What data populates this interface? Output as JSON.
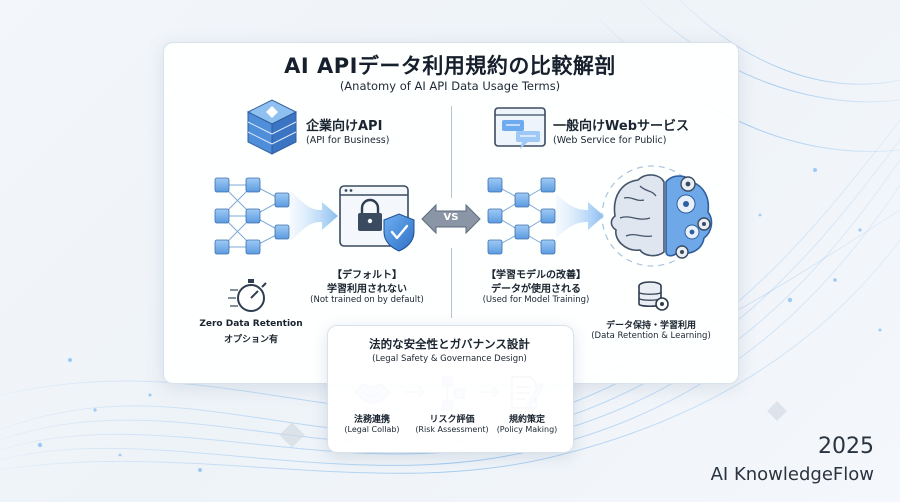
{
  "title": "AI APIデータ利用規約の比較解剖",
  "subtitle": "(Anatomy of AI API Data Usage Terms)",
  "business": {
    "heading": "企業向けAPI",
    "subheading": "(API for Business)",
    "default_label": "【デフォルト】",
    "not_trained": "学習利用されない",
    "not_trained_en": "(Not trained on by default)",
    "zdr_line1": "Zero Data Retention",
    "zdr_line2": "オプション有",
    "icons": [
      "server-cube-icon",
      "network-cubes-icon",
      "lock-shield-window-icon",
      "stopwatch-icon"
    ]
  },
  "vs_label": "VS",
  "public": {
    "heading": "一般向けWebサービス",
    "subheading": "(Web Service for Public)",
    "training_label": "【学習モデルの改善】",
    "used_label": "データが使用される",
    "used_en": "(Used for Model Training)",
    "retention_label": "データ保持・学習利用",
    "retention_en": "(Data Retention & Learning)",
    "icons": [
      "chat-monitor-icon",
      "network-cubes-icon",
      "brain-gears-icon",
      "database-gear-icon"
    ]
  },
  "governance": {
    "title": "法的な安全性とガバナンス設計",
    "subtitle": "(Legal Safety & Governance Design)",
    "steps": [
      {
        "label": "法務連携",
        "label_en": "(Legal Collab)",
        "icon": "handshake-icon"
      },
      {
        "label": "リスク評価",
        "label_en": "(Risk Assessment)",
        "icon": "flowchart-icon"
      },
      {
        "label": "規約策定",
        "label_en": "(Policy Making)",
        "icon": "document-pen-icon"
      }
    ]
  },
  "footer": {
    "year": "2025",
    "brand": "AI KnowledgeFlow"
  },
  "colors": {
    "accent_blue": "#3d7fd4",
    "light_blue": "#a9cdf3",
    "text_dark": "#1a2430",
    "card_bg": "#ffffff"
  }
}
